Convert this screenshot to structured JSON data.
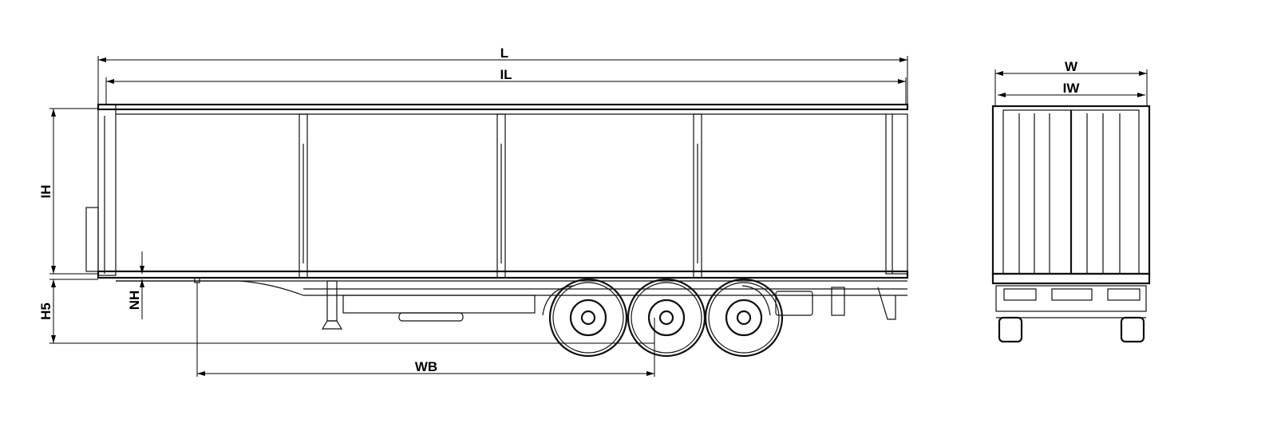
{
  "dimensions": {
    "length": "L",
    "inner_length": "IL",
    "inner_height": "IH",
    "fifth_wheel_height": "H5",
    "floor_height": "NH",
    "wheelbase": "WB",
    "width": "W",
    "inner_width": "IW"
  },
  "colors": {
    "line": "#111111",
    "background": "#ffffff"
  }
}
